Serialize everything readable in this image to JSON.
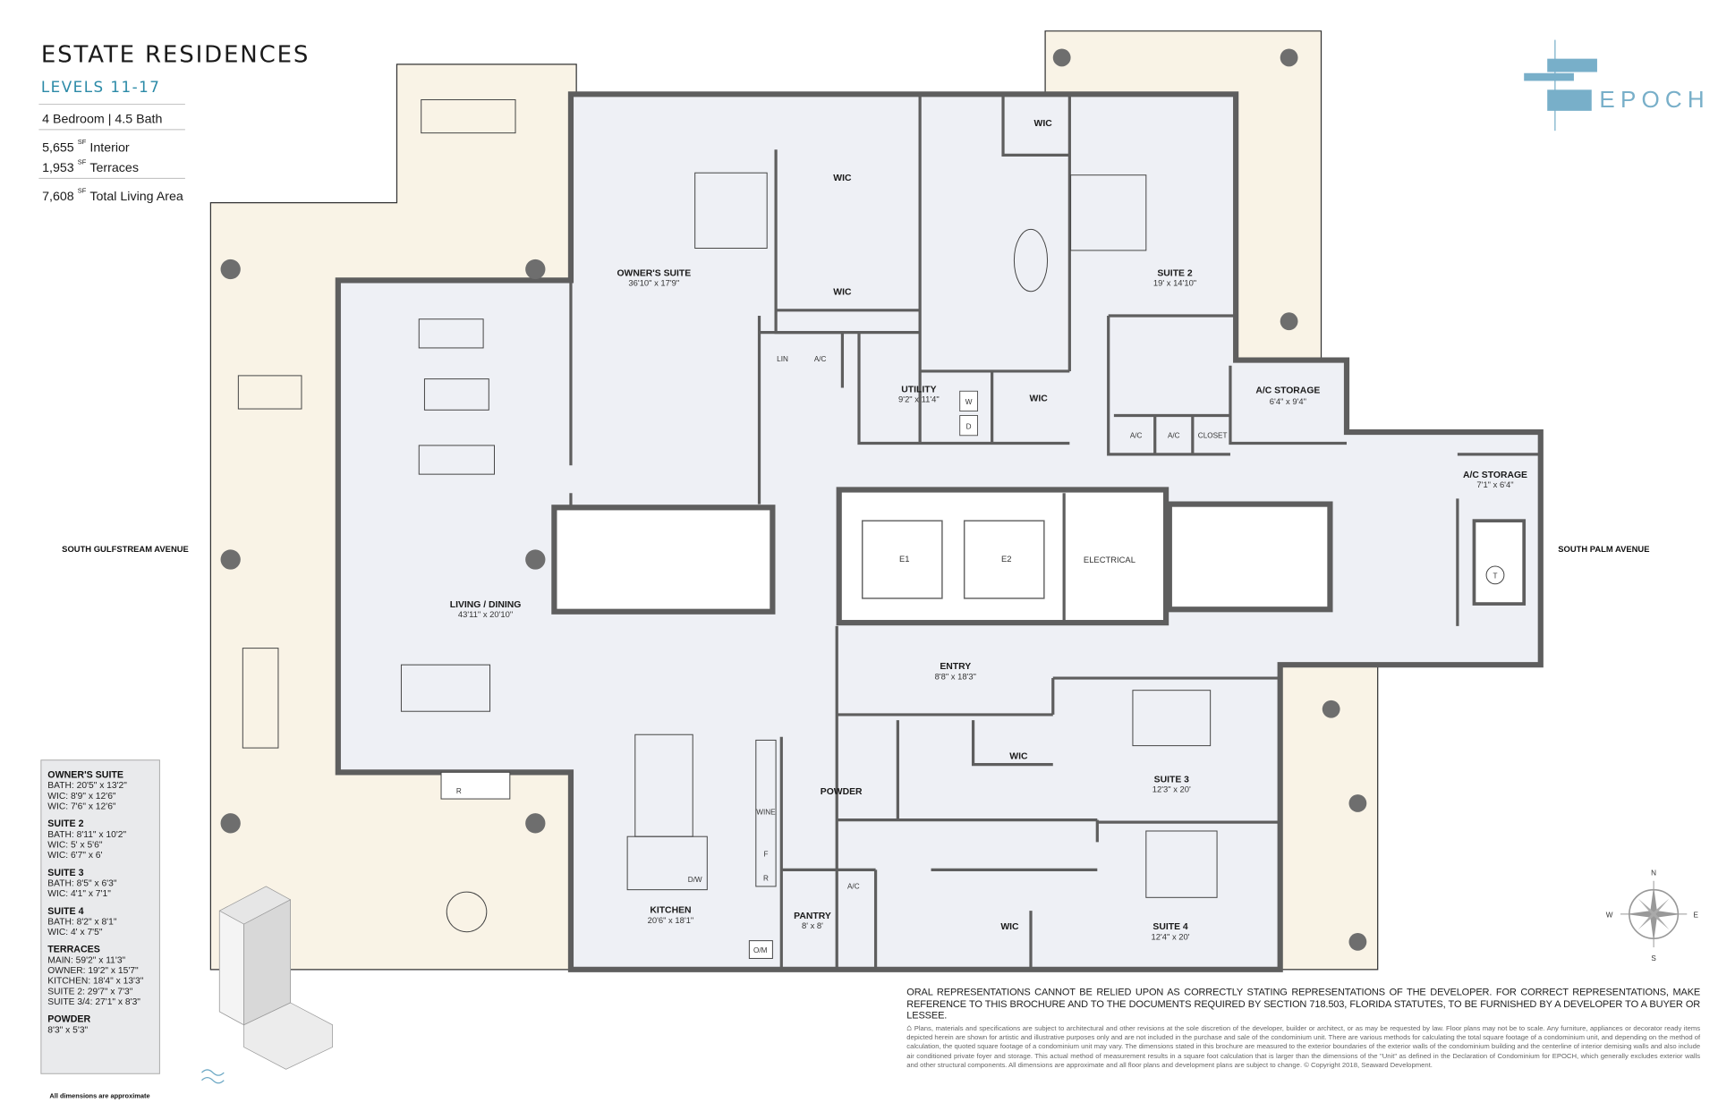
{
  "header": {
    "title": "ESTATE RESIDENCES",
    "subtitle": "LEVELS 11-17",
    "bed_bath": "4 Bedroom  |  4.5 Bath",
    "interior_value": "5,655",
    "interior_label": "Interior",
    "terraces_value": "1,953",
    "terraces_label": "Terraces",
    "total_value": "7,608",
    "total_label": "Total Living Area",
    "unit": "SF"
  },
  "brand": {
    "name": "EPOCH",
    "color": "#78afc9"
  },
  "colors": {
    "terrace": "#f9f3e6",
    "interior": "#eef0f5",
    "wall": "#5e5e5e",
    "accent": "#2b8aa7"
  },
  "streets": {
    "west": "SOUTH GULFSTREAM AVENUE",
    "east": "SOUTH PALM AVENUE"
  },
  "rooms": {
    "owners_suite": {
      "name": "OWNER'S SUITE",
      "dim": "36'10\" x 17'9\""
    },
    "owner_wic_1": {
      "name": "WIC"
    },
    "owner_wic_2": {
      "name": "WIC"
    },
    "suite2": {
      "name": "SUITE 2",
      "dim": "19' x 14'10\""
    },
    "suite2_wic_top": {
      "name": "WIC"
    },
    "suite2_wic": {
      "name": "WIC"
    },
    "lin": "LIN",
    "ac1": "A/C",
    "utility": {
      "name": "UTILITY",
      "dim": "9'2\" x 11'4\""
    },
    "washer": "W",
    "dryer": "D",
    "ac_storage_1": {
      "name": "A/C STORAGE",
      "dim": "6'4\" x 9'4\""
    },
    "ac2": "A/C",
    "ac3": "A/C",
    "closet": "CLOSET",
    "ac_storage_2": {
      "name": "A/C STORAGE",
      "dim": "7'1\" x 6'4\""
    },
    "e1": "E1",
    "e2": "E2",
    "electrical": "ELECTRICAL",
    "trash": "T",
    "living": {
      "name": "LIVING / DINING",
      "dim": "43'11\" x 20'10\""
    },
    "entry": {
      "name": "ENTRY",
      "dim": "8'8\" x 18'3\""
    },
    "powder": {
      "name": "POWDER"
    },
    "suite3_wic": {
      "name": "WIC"
    },
    "suite3": {
      "name": "SUITE 3",
      "dim": "12'3\" x 20'"
    },
    "wine": "WINE",
    "fridge": "F",
    "fridge2": "R",
    "grill_r": "R",
    "dw": "D/W",
    "kitchen": {
      "name": "KITCHEN",
      "dim": "20'6\" x 18'1\""
    },
    "pantry": {
      "name": "PANTRY",
      "dim": "8' x 8'"
    },
    "ac4": "A/C",
    "suite4_wic": {
      "name": "WIC"
    },
    "suite4": {
      "name": "SUITE 4",
      "dim": "12'4\" x 20'"
    },
    "om": "O/M"
  },
  "legend": {
    "sections": [
      {
        "title": "OWNER'S SUITE",
        "rows": [
          "BATH: 20'5\" x 13'2\"",
          "WIC: 8'9\" x 12'6\"",
          "WIC: 7'6\" x 12'6\""
        ]
      },
      {
        "title": "SUITE 2",
        "rows": [
          "BATH: 8'11\" x 10'2\"",
          "WIC: 5' x 5'6\"",
          "WIC: 6'7\" x 6'"
        ]
      },
      {
        "title": "SUITE 3",
        "rows": [
          "BATH: 8'5\" x 6'3\"",
          "WIC: 4'1\" x 7'1\""
        ]
      },
      {
        "title": "SUITE 4",
        "rows": [
          "BATH: 8'2\" x 8'1\"",
          "WIC: 4' x 7'5\""
        ]
      },
      {
        "title": "TERRACES",
        "rows": [
          "MAIN: 59'2\" x 11'3\"",
          "OWNER: 19'2\" x 15'7\"",
          "KITCHEN: 18'4\" x 13'3\"",
          "SUITE 2: 29'7\" x 7'3\"",
          "SUITE 3/4: 27'1\" x 8'3\""
        ]
      },
      {
        "title": "POWDER",
        "rows": [
          "8'3\" x 5'3\""
        ]
      }
    ],
    "footnote": "All dimensions are approximate"
  },
  "compass": {
    "n": "N",
    "s": "S",
    "e": "E",
    "w": "W"
  },
  "disclaimer": {
    "bold": "ORAL REPRESENTATIONS CANNOT BE RELIED UPON AS CORRECTLY STATING REPRESENTATIONS OF THE DEVELOPER. FOR CORRECT REPRESENTATIONS, MAKE REFERENCE TO THIS BROCHURE AND TO THE DOCUMENTS REQUIRED BY SECTION 718.503, FLORIDA STATUTES, TO BE FURNISHED BY A DEVELOPER TO A BUYER OR LESSEE.",
    "small": "Plans, materials and specifications are subject to architectural and other revisions at the sole discretion of the developer, builder or architect, or as may be requested by law. Floor plans may not be to scale. Any furniture, appliances or decorator ready items depicted herein are shown for artistic and illustrative purposes only and are not included in the purchase and sale of the condominium unit. There are various methods for calculating the total square footage of a condominium unit, and depending on the method of calculation, the quoted square footage of a condominium unit may vary. The dimensions stated in this brochure are measured to the exterior boundaries of the exterior walls of the condominium building and the centerline of interior demising walls and also include air conditioned private foyer and storage. This actual method of measurement results in a square foot calculation that is larger than the dimensions of the \"Unit\" as defined in the Declaration of Condominium for EPOCH, which generally excludes exterior walls and other structural components. All dimensions are approximate and all floor plans and development plans are subject to change. © Copyright 2018, Seaward Development."
  }
}
